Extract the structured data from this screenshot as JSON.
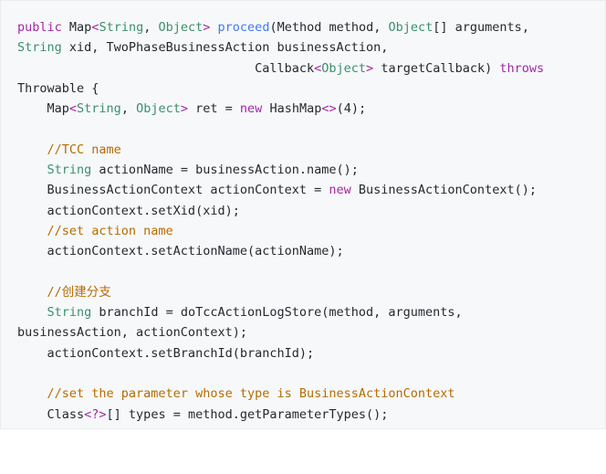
{
  "code": {
    "lines": [
      [
        {
          "t": "public",
          "c": "kw"
        },
        {
          "t": " Map",
          "c": "plain"
        },
        {
          "t": "<",
          "c": "gen"
        },
        {
          "t": "String",
          "c": "type"
        },
        {
          "t": ", ",
          "c": "plain"
        },
        {
          "t": "Object",
          "c": "type"
        },
        {
          "t": ">",
          "c": "gen"
        },
        {
          "t": " ",
          "c": "plain"
        },
        {
          "t": "proceed",
          "c": "fn"
        },
        {
          "t": "(Method method, ",
          "c": "plain"
        },
        {
          "t": "Object",
          "c": "type"
        },
        {
          "t": "[] arguments,",
          "c": "plain"
        }
      ],
      [
        {
          "t": "String",
          "c": "type"
        },
        {
          "t": " xid, TwoPhaseBusinessAction businessAction,",
          "c": "plain"
        }
      ],
      [
        {
          "t": "                                ",
          "c": "plain"
        },
        {
          "t": "Callback",
          "c": "plain"
        },
        {
          "t": "<",
          "c": "gen"
        },
        {
          "t": "Object",
          "c": "type"
        },
        {
          "t": ">",
          "c": "gen"
        },
        {
          "t": " targetCallback) ",
          "c": "plain"
        },
        {
          "t": "throws",
          "c": "kw"
        }
      ],
      [
        {
          "t": "Throwable {",
          "c": "plain"
        }
      ],
      [
        {
          "t": "    Map",
          "c": "plain"
        },
        {
          "t": "<",
          "c": "gen"
        },
        {
          "t": "String",
          "c": "type"
        },
        {
          "t": ", ",
          "c": "plain"
        },
        {
          "t": "Object",
          "c": "type"
        },
        {
          "t": ">",
          "c": "gen"
        },
        {
          "t": " ret = ",
          "c": "plain"
        },
        {
          "t": "new",
          "c": "kw"
        },
        {
          "t": " HashMap",
          "c": "plain"
        },
        {
          "t": "<>",
          "c": "gen"
        },
        {
          "t": "(4);",
          "c": "plain"
        }
      ],
      [
        {
          "t": "",
          "c": "plain"
        }
      ],
      [
        {
          "t": "    ",
          "c": "plain"
        },
        {
          "t": "//TCC name",
          "c": "comment"
        }
      ],
      [
        {
          "t": "    ",
          "c": "plain"
        },
        {
          "t": "String",
          "c": "type"
        },
        {
          "t": " actionName = businessAction.name();",
          "c": "plain"
        }
      ],
      [
        {
          "t": "    BusinessActionContext actionContext = ",
          "c": "plain"
        },
        {
          "t": "new",
          "c": "kw"
        },
        {
          "t": " BusinessActionContext();",
          "c": "plain"
        }
      ],
      [
        {
          "t": "    actionContext.setXid(xid);",
          "c": "plain"
        }
      ],
      [
        {
          "t": "    ",
          "c": "plain"
        },
        {
          "t": "//set action name",
          "c": "comment"
        }
      ],
      [
        {
          "t": "    actionContext.setActionName(actionName);",
          "c": "plain"
        }
      ],
      [
        {
          "t": "",
          "c": "plain"
        }
      ],
      [
        {
          "t": "    ",
          "c": "plain"
        },
        {
          "t": "//创建分支",
          "c": "comment"
        }
      ],
      [
        {
          "t": "    ",
          "c": "plain"
        },
        {
          "t": "String",
          "c": "type"
        },
        {
          "t": " branchId = doTccActionLogStore(method, arguments,",
          "c": "plain"
        }
      ],
      [
        {
          "t": "businessAction, actionContext);",
          "c": "plain"
        }
      ],
      [
        {
          "t": "    actionContext.setBranchId(branchId);",
          "c": "plain"
        }
      ],
      [
        {
          "t": "",
          "c": "plain"
        }
      ],
      [
        {
          "t": "    ",
          "c": "plain"
        },
        {
          "t": "//set the parameter whose type is BusinessActionContext",
          "c": "comment"
        }
      ],
      [
        {
          "t": "    Class",
          "c": "plain"
        },
        {
          "t": "<?>",
          "c": "gen"
        },
        {
          "t": "[] types = method.getParameterTypes();",
          "c": "plain"
        }
      ]
    ]
  }
}
